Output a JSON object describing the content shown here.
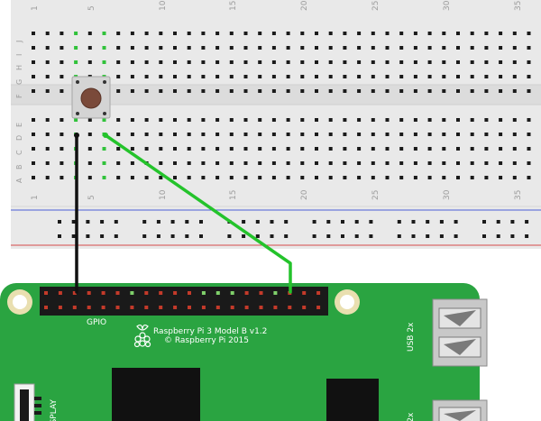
{
  "breadboard": {
    "row_letters_top": [
      "J",
      "I",
      "H",
      "G",
      "F"
    ],
    "row_letters_bottom": [
      "E",
      "D",
      "C",
      "B",
      "A"
    ],
    "column_numbers": [
      "1",
      "5",
      "10",
      "15",
      "20",
      "25",
      "30",
      "35"
    ],
    "colors": {
      "body": "#e9e9e9",
      "rail_blue": "#4a5fd6",
      "rail_red": "#d64a4a",
      "hole": "#1a1a1a",
      "hole_active": "#31c23b"
    }
  },
  "pushbutton": {
    "colors": {
      "body": "#d4d4d4",
      "cap": "#7a4a3a"
    }
  },
  "wires": {
    "colors": {
      "black": "#111111",
      "green": "#24c32b"
    }
  },
  "board": {
    "gpio_label": "GPIO",
    "model_label": "Raspberry Pi 3 Model B v1.2",
    "copyright_label": "© Raspberry Pi 2015",
    "usb_label": "USB 2x",
    "display_label": "DISPLAY",
    "colors": {
      "pcb": "#2aa441",
      "header_red": "#c43a2a",
      "header_green": "#7fd06a",
      "usb": "#c8c8c8",
      "chip": "#111111",
      "hole": "#e9dfb0"
    }
  }
}
